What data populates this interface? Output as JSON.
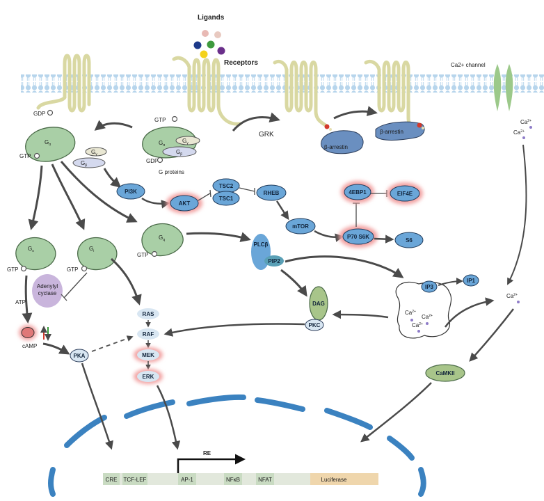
{
  "labels": {
    "ligands": "Ligands",
    "receptors": "Receptors",
    "ca_channel": "Ca2+ channel",
    "grk": "GRK",
    "g_proteins": "G proteins",
    "gdp_top": "GDP",
    "gtp_top": "GTP",
    "gdp_complex": "GDP",
    "gtp_ga": "GTP",
    "gtp_gs": "GTP",
    "gtp_gi": "GTP",
    "gtp_gq": "GTP",
    "atp": "ATP",
    "camp": "cAMP",
    "ca_a": "Ca",
    "ca_b": "Ca",
    "ca_right": "Ca",
    "ca_sup": "2+",
    "ga": "G",
    "ga_sub": "α",
    "gb": "G",
    "gb_sub": "β",
    "gy": "G",
    "gy_sub": "γ",
    "gs": "G",
    "gs_sub": "s",
    "gi": "G",
    "gi_sub": "i",
    "gq": "G",
    "gq_sub": "q",
    "ac_line1": "Adenylyl",
    "ac_line2": "cyclase",
    "b_arrestin_1": "β-arrestin",
    "b_arrestin_2": "β-arrestin"
  },
  "nodes": {
    "pi3k": "PI3K",
    "akt": "AKT",
    "tsc2": "TSC2",
    "tsc1": "TSC1",
    "rheb": "RHEB",
    "mtor": "mTOR",
    "p70s6k": "P70 S6K",
    "s6": "S6",
    "ebp1": "4EBP1",
    "eif4e": "EIF4E",
    "plcb": "PLCβ",
    "pip2": "PIP2",
    "dag": "DAG",
    "pkc": "PKC",
    "ip3": "IP3",
    "ip1": "IP1",
    "ras": "RAS",
    "raf": "RAF",
    "mek": "MEK",
    "erk": "ERK",
    "pka": "PKA",
    "camkii": "CaMKII"
  },
  "dna": {
    "re_label": "RE",
    "elements": [
      "CRE",
      "TCF-LEF",
      "AP-1",
      "NFκB",
      "NFAT",
      "Luciferase"
    ]
  },
  "colors": {
    "membrane": "#bcd7ea",
    "receptor": "#e3e2ae",
    "gprotein": "#a9cfa6",
    "node": "#6aa6d8",
    "highlight": "#f2a2a2",
    "dag": "#a8c58a",
    "ac": "#c9b5dc",
    "nucleus": "#3b82c0",
    "dna": "#e2e8dc",
    "luciferase": "#efd6ac"
  }
}
